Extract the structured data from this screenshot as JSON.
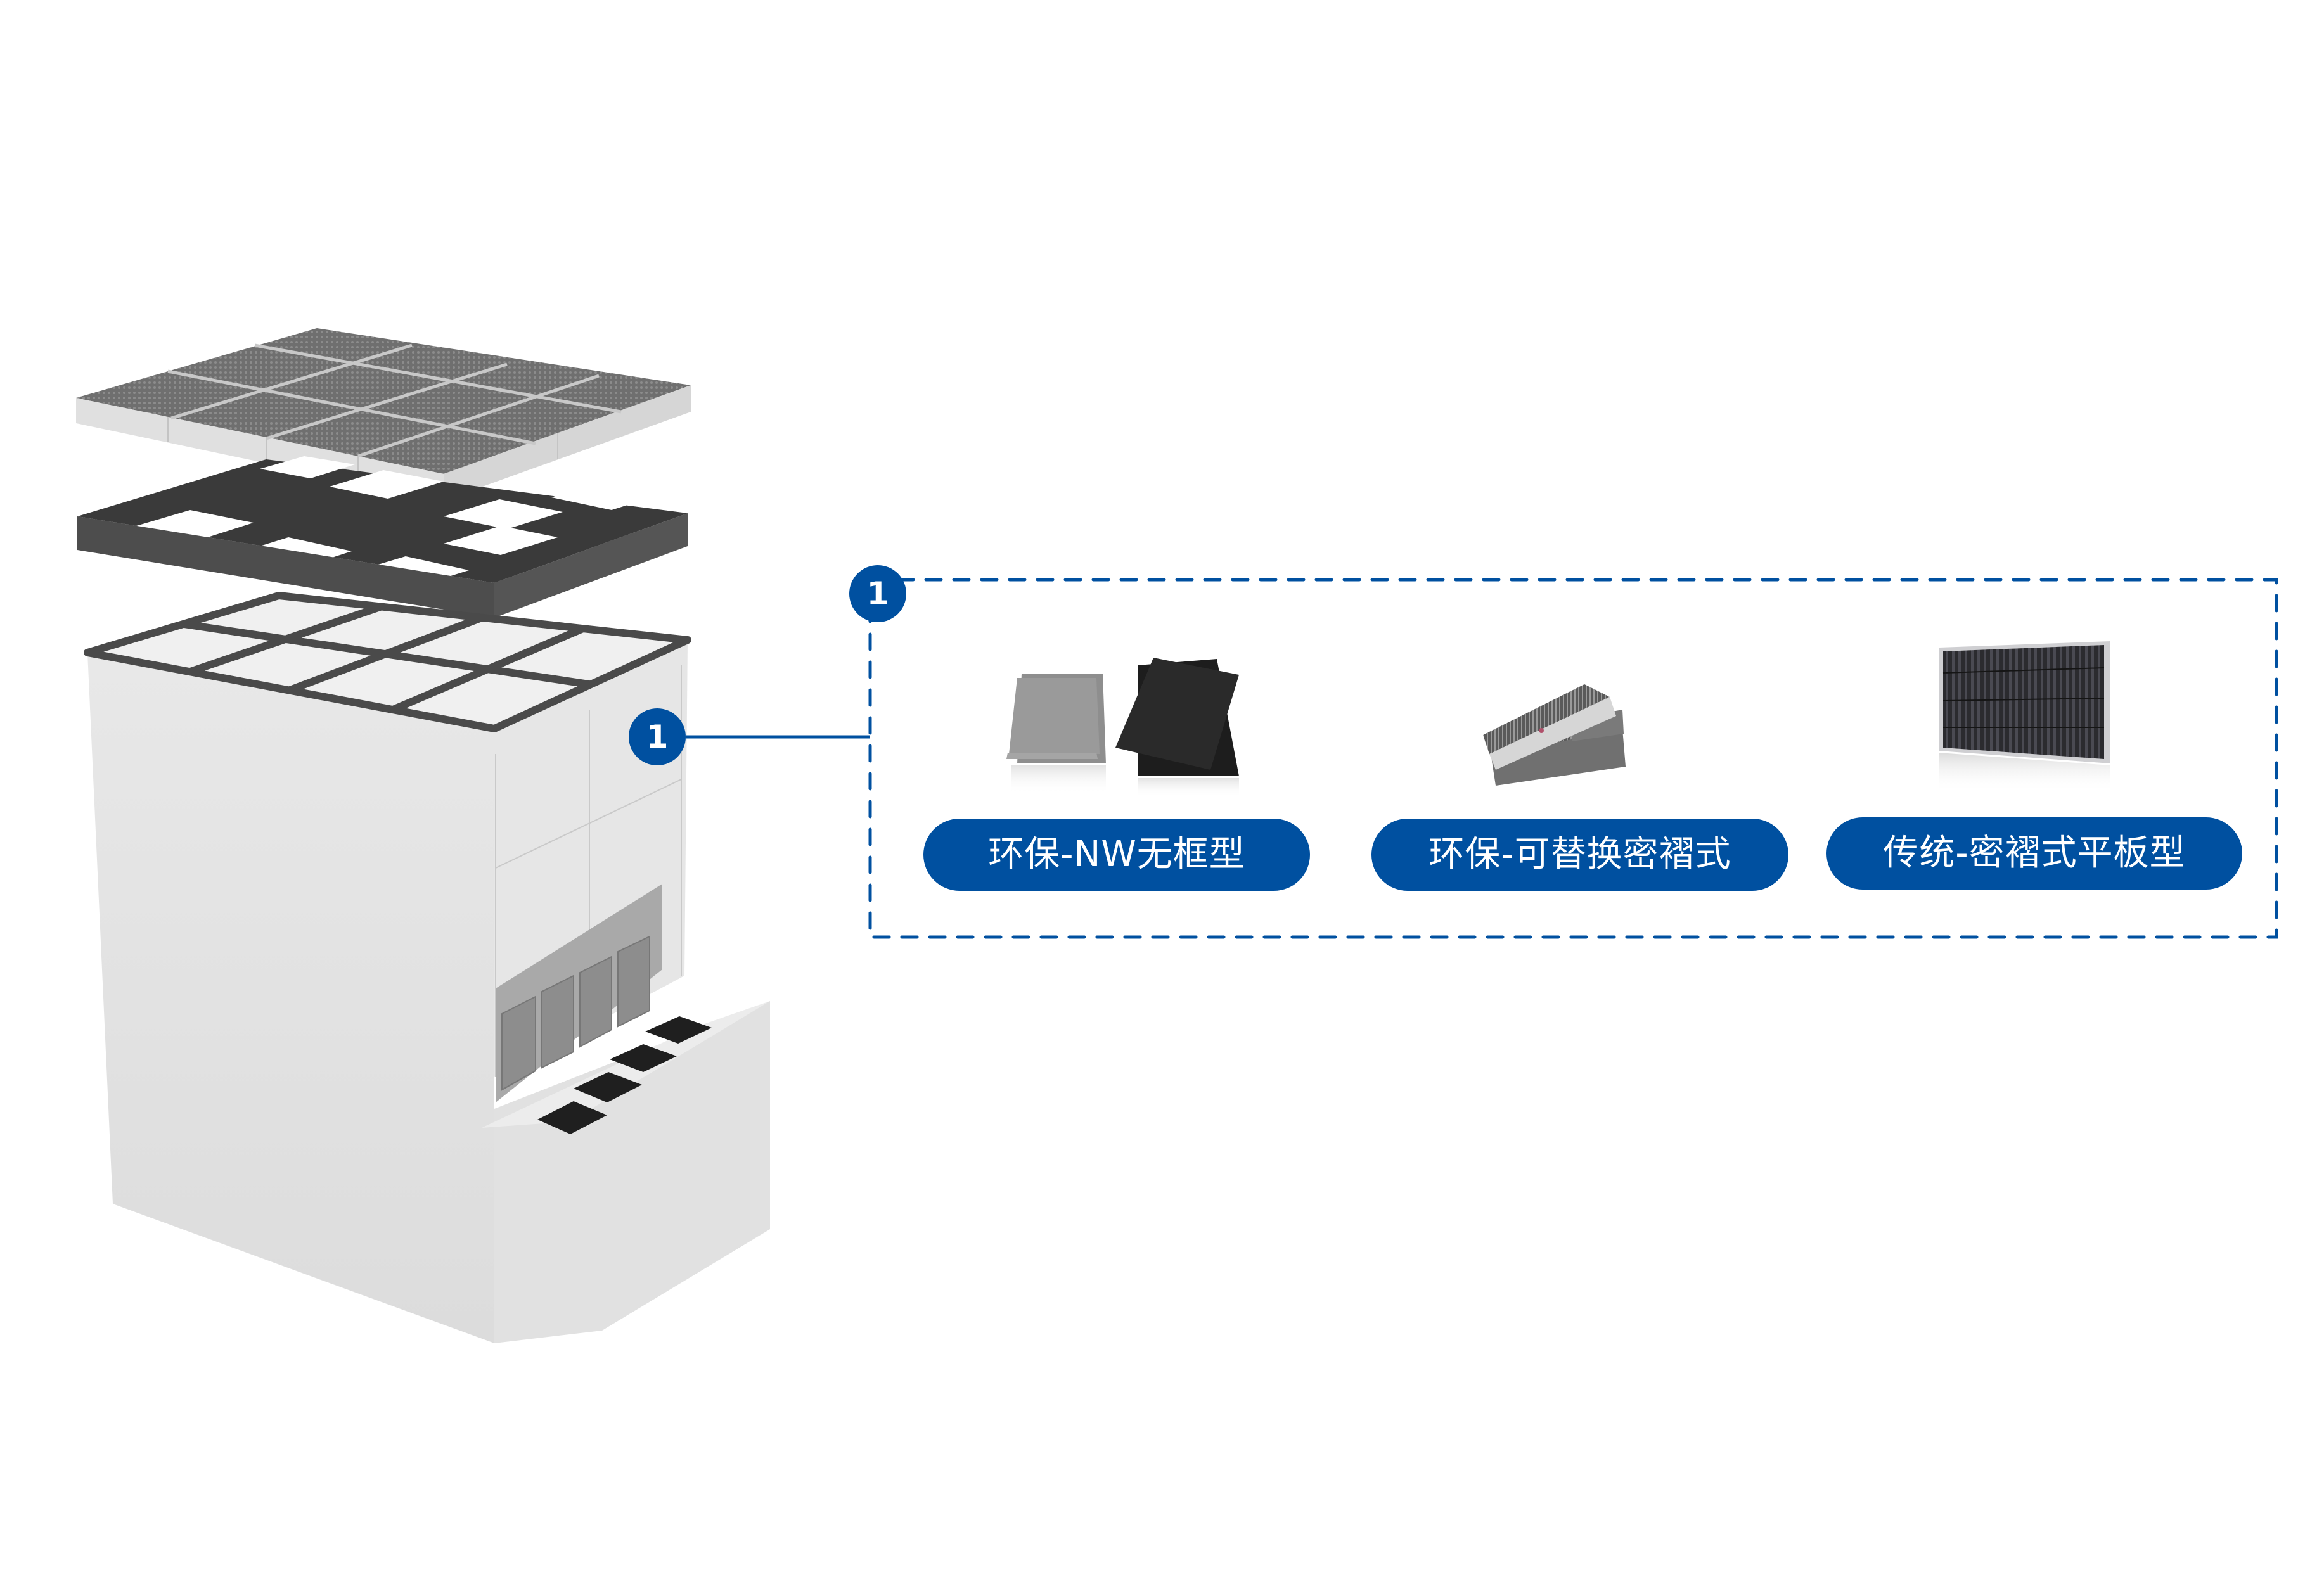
{
  "colors": {
    "accent": "#0050A0",
    "background": "#FFFFFF",
    "unit_body": "#E3E3E3",
    "unit_frame": "#4A4A4A",
    "filter_media": "#7A7A7A"
  },
  "diagram": {
    "title": "",
    "unit_marker": {
      "number": "1"
    },
    "callout": {
      "number": "1",
      "options": [
        {
          "label": "环保-NW无框型",
          "image": "nonwoven-frameless-filter-pads"
        },
        {
          "label": "环保-可替换密褶式",
          "image": "replaceable-pleated-filter-cassette"
        },
        {
          "label": "传统-密褶式平板型",
          "image": "traditional-pleated-panel-filter"
        }
      ]
    },
    "unit_parts": [
      "top-filter-panel",
      "grid-frame",
      "cabinet-top-grid",
      "cabinet-body",
      "side-access-panels",
      "lower-filter-slots",
      "base-step-vents"
    ]
  }
}
